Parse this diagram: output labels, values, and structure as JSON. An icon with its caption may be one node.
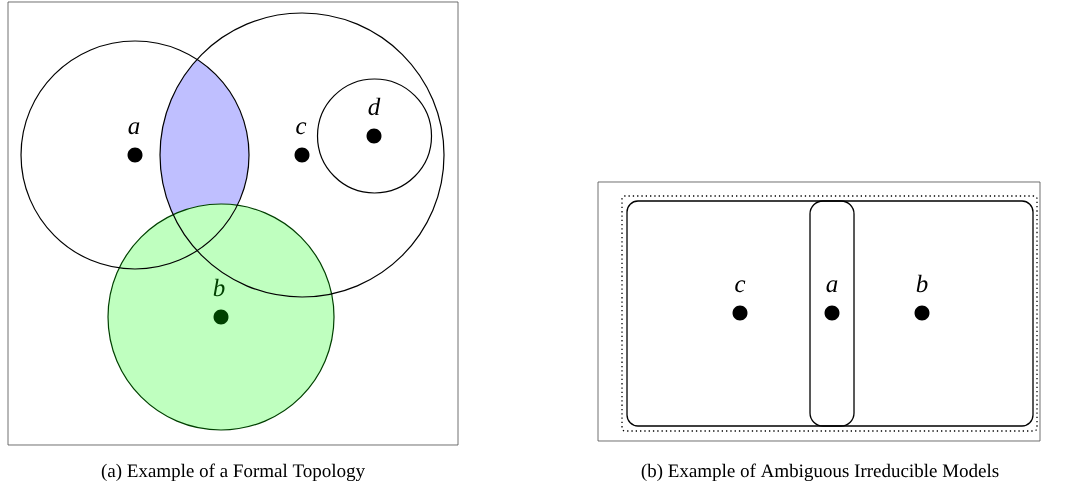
{
  "diagram": {
    "nodes": [
      {
        "text": [
          "a"
        ]
      },
      {
        "text": [
          "c"
        ]
      },
      {
        "text": [],
        "shape": "lens"
      },
      {
        "text": [
          "d"
        ],
        "in": 1
      },
      {
        "text": [
          "b"
        ]
      },
      {
        "text": [],
        "shape": "box"
      },
      {
        "text": [
          "c",
          "b"
        ],
        "in": 5
      },
      {
        "text": [
          "a"
        ],
        "in": 6
      }
    ],
    "labels": [
      "(a) Example of a Formal Topology",
      "(b) Example of Ambiguous Irreducible Models"
    ]
  }
}
